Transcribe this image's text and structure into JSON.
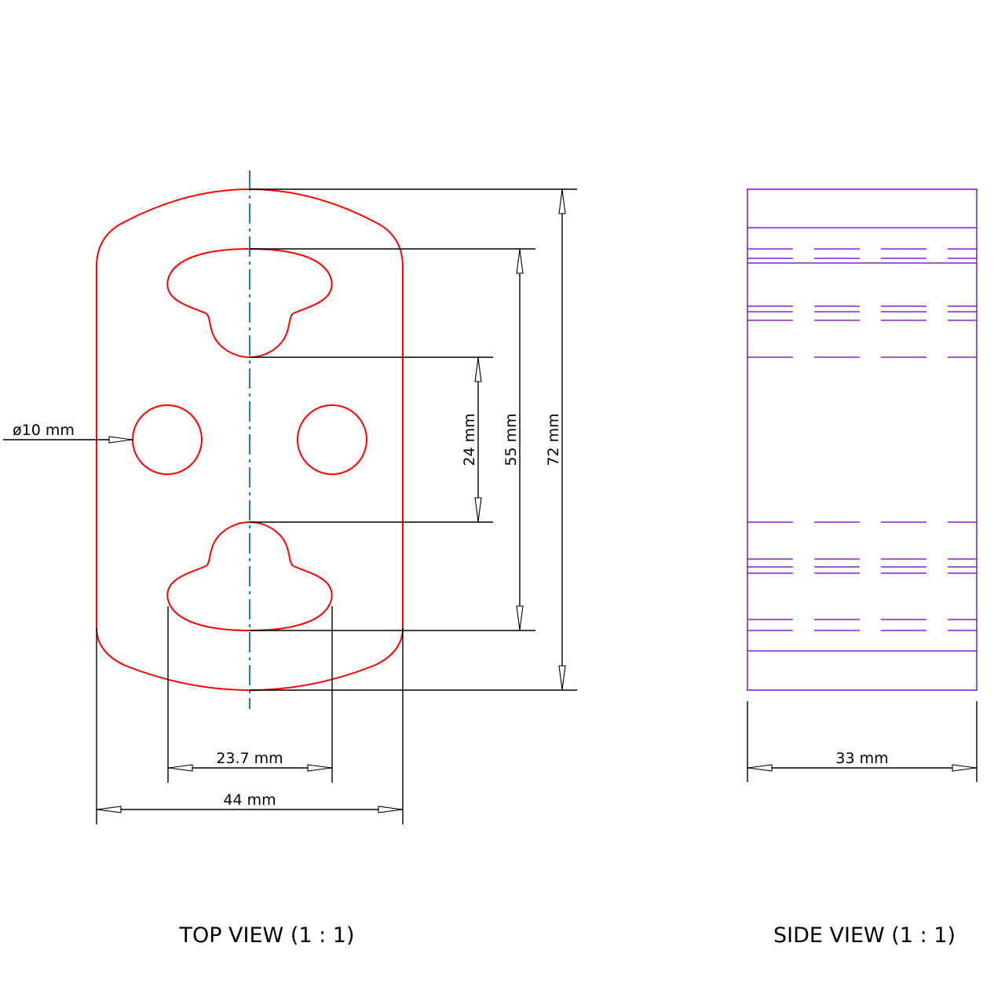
{
  "colors": {
    "top_view_outline": "#ff0000",
    "centerline": "#1e78c8",
    "side_view_lines": "#8a1fd6",
    "dimension_lines": "#000000",
    "background": "#ffffff"
  },
  "top_view": {
    "title": "TOP VIEW (1 : 1)",
    "dimensions": {
      "hole_diameter": "ø10 mm",
      "slot_gap": "24 mm",
      "slot_span": "55 mm",
      "overall_height": "72 mm",
      "slot_width": "23.7 mm",
      "overall_width": "44 mm"
    }
  },
  "side_view": {
    "title": "SIDE VIEW (1 : 1)",
    "dimensions": {
      "thickness": "33 mm"
    }
  }
}
